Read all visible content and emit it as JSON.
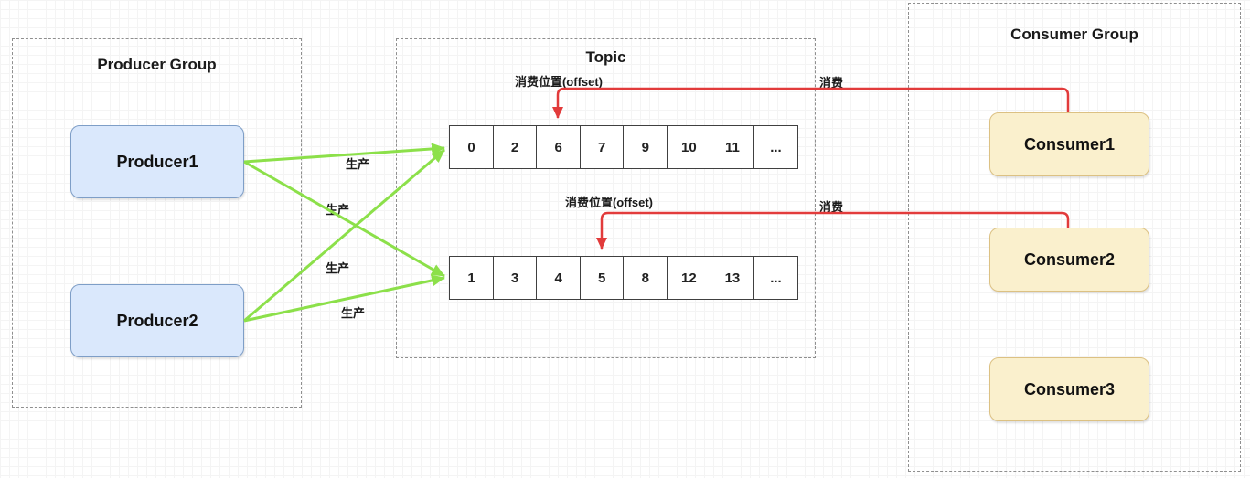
{
  "colors": {
    "produce_arrow": "#8ce04a",
    "consume_arrow": "#e23b3b",
    "producer_fill": "#dae8fc",
    "producer_border": "#7e9ec7",
    "consumer_fill": "#faf0cd",
    "consumer_border": "#dcc183",
    "group_border": "#8f8f8f",
    "cell_border": "#404040"
  },
  "producer_group": {
    "title": "Producer Group",
    "producers": [
      "Producer1",
      "Producer2"
    ]
  },
  "topic_group": {
    "title": "Topic",
    "partitions": [
      {
        "offset_label": "消费位置(offset)",
        "offset_cell": "6",
        "cells": [
          "0",
          "2",
          "6",
          "7",
          "9",
          "10",
          "11",
          "..."
        ]
      },
      {
        "offset_label": "消费位置(offset)",
        "offset_cell": "5",
        "cells": [
          "1",
          "3",
          "4",
          "5",
          "8",
          "12",
          "13",
          "..."
        ]
      }
    ]
  },
  "consumer_group": {
    "title": "Consumer Group",
    "consumers": [
      "Consumer1",
      "Consumer2",
      "Consumer3"
    ]
  },
  "edge_labels": {
    "produce": "生产",
    "consume": "消费"
  }
}
